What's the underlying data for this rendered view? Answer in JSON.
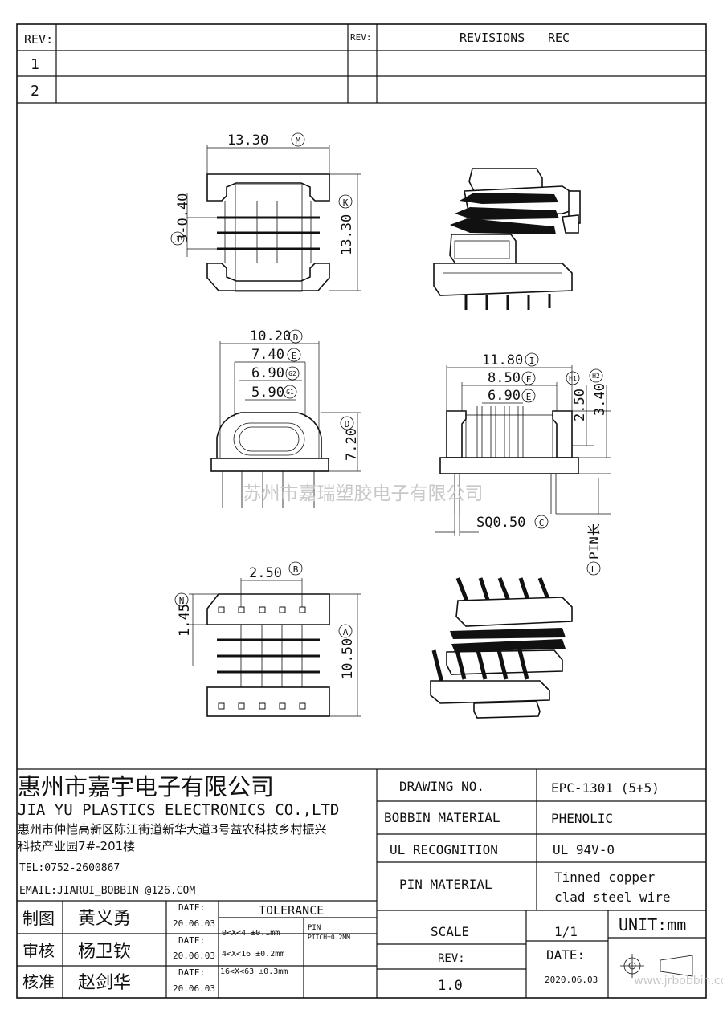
{
  "rev_table": {
    "rev_label": "REV:",
    "rev_label_right": "REV:",
    "revisions_label": "REVISIONS",
    "rec_label": "REC",
    "rows": [
      "1",
      "2"
    ]
  },
  "top_view": {
    "width_dim": "13.30",
    "width_ref": "M",
    "height_dim": "13.30",
    "height_ref": "K",
    "slot_dim": "3-0.40",
    "slot_ref": "J"
  },
  "front_view": {
    "dim_d": "10.20",
    "ref_d": "D",
    "dim_e": "7.40",
    "ref_e": "E",
    "dim_g2": "6.90",
    "ref_g2": "G2",
    "dim_g1": "5.90",
    "ref_g1": "G1",
    "height_dim": "7.20",
    "height_ref": "D"
  },
  "side_view": {
    "dim_i": "11.80",
    "ref_i": "I",
    "dim_f": "8.50",
    "ref_f": "F",
    "dim_e": "6.90",
    "ref_e": "E",
    "dim_h1": "2.50",
    "ref_h1": "H1",
    "dim_h2": "3.40",
    "ref_h2": "H2",
    "pin_sq": "SQ0.50",
    "pin_sq_ref": "C",
    "pin_label": "PIN长",
    "pin_ref": "L"
  },
  "bottom_view": {
    "pitch_dim": "2.50",
    "pitch_ref": "B",
    "edge_dim": "1.45",
    "edge_ref": "N",
    "height_dim": "10.50",
    "height_ref": "A"
  },
  "watermark_center": "苏州市嘉瑞塑胶电子有限公司",
  "watermark_corner": "www.jrbobbin.com",
  "company": {
    "name_cn": "惠州市嘉宇电子有限公司",
    "name_en": "JIA YU PLASTICS ELECTRONICS CO.,LTD",
    "address_line1": "惠州市仲恺高新区陈江街道新华大道3号益农科技乡村振兴",
    "address_line2": "科技产业园7#-201楼",
    "tel": "TEL:0752-2600867",
    "email": "EMAIL:JIARUI_BOBBIN @126.COM"
  },
  "specs": {
    "drawing_no_label": "DRAWING  NO.",
    "drawing_no_value": "EPC-1301  (5+5)",
    "bobbin_material_label": "BOBBIN  MATERIAL",
    "bobbin_material_value": "PHENOLIC",
    "ul_label": "UL RECOGNITION",
    "ul_value": "UL 94V-0",
    "pin_material_label": "PIN MATERIAL",
    "pin_material_value_1": "Tinned copper",
    "pin_material_value_2": "clad steel wire",
    "scale_label": "SCALE",
    "scale_value": "1/1",
    "unit": "UNIT:mm",
    "rev_label": "REV:",
    "rev_value": "1.0",
    "date_label": "DATE:",
    "date_value": "2020.06.03"
  },
  "signatures": {
    "rows": [
      {
        "role": "制图",
        "name": "黄义勇",
        "date_label": "DATE:",
        "date": "20.06.03"
      },
      {
        "role": "审核",
        "name": "杨卫钦",
        "date_label": "DATE:",
        "date": "20.06.03"
      },
      {
        "role": "核准",
        "name": "赵剑华",
        "date_label": "DATE:",
        "date": "20.06.03"
      }
    ]
  },
  "tolerance": {
    "title": "TOLERANCE",
    "rows": [
      "0<X<4  ±0.1mm",
      "4<X<16 ±0.2mm",
      "16<X<63 ±0.3mm"
    ],
    "pin_label": "PIN",
    "pin_pitch": "PITCH±0.2MM"
  }
}
